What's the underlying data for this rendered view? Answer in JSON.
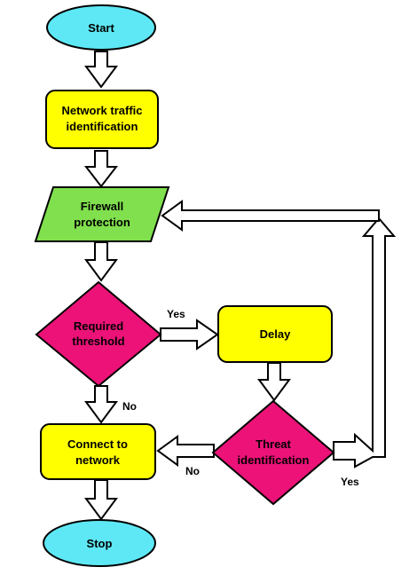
{
  "colors": {
    "terminal": "#5ee8f5",
    "process": "#ffff00",
    "io": "#80e04d",
    "decision": "#ec1278",
    "stroke": "#000000",
    "arrow_fill": "#ffffff"
  },
  "nodes": {
    "start": {
      "label": "Start",
      "shape": "ellipse"
    },
    "network_traffic": {
      "line1": "Network traffic",
      "line2": "identification",
      "shape": "rounded-rectangle"
    },
    "firewall": {
      "line1": "Firewall",
      "line2": "protection",
      "shape": "parallelogram"
    },
    "required_threshold": {
      "line1": "Required",
      "line2": "threshold",
      "shape": "diamond"
    },
    "delay": {
      "label": "Delay",
      "shape": "rounded-rectangle"
    },
    "threat": {
      "line1": "Threat",
      "line2": "identification",
      "shape": "diamond"
    },
    "connect": {
      "line1": "Connect to",
      "line2": "network",
      "shape": "rounded-rectangle"
    },
    "stop": {
      "label": "Stop",
      "shape": "ellipse"
    }
  },
  "edges": {
    "threshold_yes": "Yes",
    "threshold_no": "No",
    "threat_no": "No",
    "threat_yes": "Yes"
  }
}
